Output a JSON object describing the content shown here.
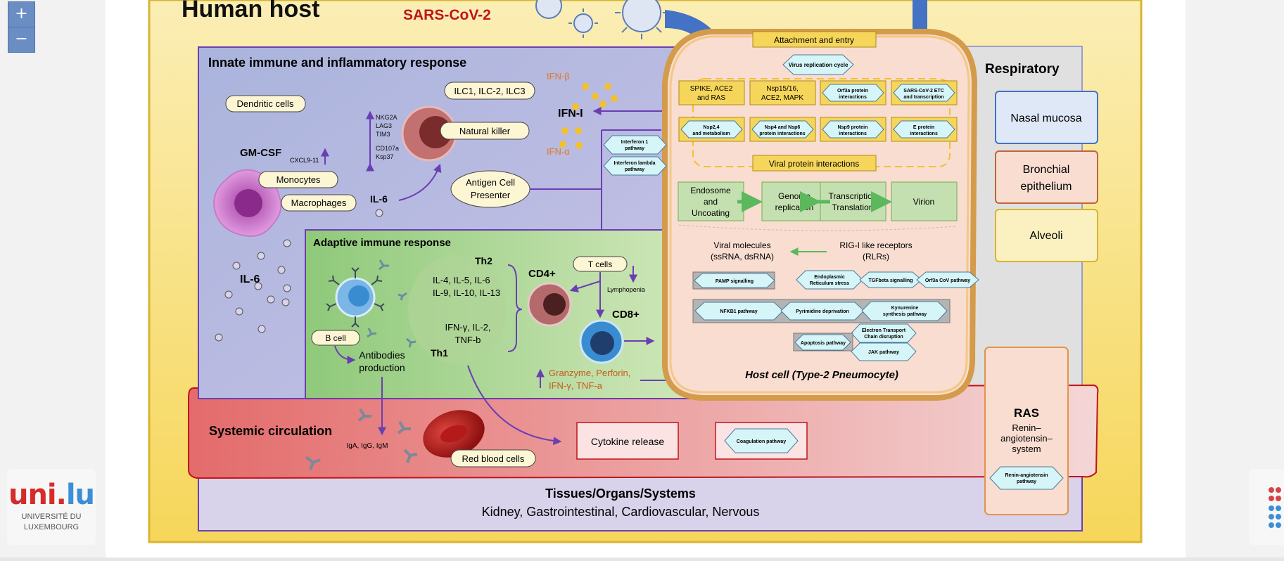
{
  "viewer": {
    "zoom_in": "+",
    "zoom_out": "−"
  },
  "logo": {
    "mark_u": "uni.",
    "mark_l": "lu",
    "line1": "UNIVERSITÉ DU",
    "line2": "LUXEMBOURG"
  },
  "diagram": {
    "title": "Human host",
    "virus_label": "SARS-CoV-2",
    "innate": {
      "title": "Innate immune and inflammatory response",
      "dendritic": "Dendritic cells",
      "gmcsf": "GM-CSF",
      "cxcl": "CXCL9-11",
      "monocytes": "Monocytes",
      "macrophages": "Macrophages",
      "il6_small": "IL-6",
      "il6_big": "IL-6",
      "nk_markers": [
        "NKG2A",
        "LAG3",
        "TIM3",
        "CD107a",
        "Ksp37"
      ],
      "ilc": "ILC1, ILC-2, ILC3",
      "nk": "Natural killer",
      "apc_line1": "Antigen Cell",
      "apc_line2": "Presenter",
      "ifn_beta": "IFN-β",
      "ifn_i": "IFN-I",
      "ifn_alpha": "IFN-α"
    },
    "adaptive": {
      "title": "Adaptive immune response",
      "th2": "Th2",
      "th2_line1": "IL-4, IL-5, IL-6",
      "th2_line2": "IL-9, IL-10, IL-13",
      "th1_line1": "IFN-γ, IL-2,",
      "th1_line2": "TNF-b",
      "th1": "Th1",
      "bcell": "B cell",
      "antibodies_line1": "Antibodies",
      "antibodies_line2": "production",
      "cd4": "CD4+",
      "tcells": "T cells",
      "lymphopenia": "Lymphopenia",
      "cd8": "CD8+",
      "granzyme_line1": "Granzyme, Perforin,",
      "granzyme_line2": "IFN-γ, TNF-a"
    },
    "host_cell": {
      "attachment": "Attachment and entry",
      "virus_cycle": "Virus replication cycle",
      "row1": [
        {
          "line1": "SPIKE, ACE2",
          "line2": "and RAS"
        },
        {
          "line1": "Nsp15/16,",
          "line2": "ACE2, MAPK"
        },
        {
          "line1": "Orf3a protein",
          "line2": "interactions"
        },
        {
          "line1": "SARS-CoV-2 ETC",
          "line2": "and transcription"
        }
      ],
      "row2": [
        {
          "line1": "Nsp2,4",
          "line2": "and metabolism"
        },
        {
          "line1": "Nsp4 and Nsp6",
          "line2": "protein interactions"
        },
        {
          "line1": "Nsp9 protein",
          "line2": "interactions"
        },
        {
          "line1": "E protein",
          "line2": "interactions"
        }
      ],
      "viral_protein": "Viral protein interactions",
      "interferon1_line1": "Interferon 1",
      "interferon1_line2": "pathway",
      "interferon_l_line1": "Interferon lambda",
      "interferon_l_line2": "pathway",
      "steps": [
        {
          "line1": "Endosome",
          "line2": "and",
          "line3": "Uncoating"
        },
        {
          "line1": "Genome",
          "line2": "replication",
          "line3": ""
        },
        {
          "line1": "Transcription",
          "line2": "Translation",
          "line3": ""
        },
        {
          "line1": "Virion",
          "line2": "",
          "line3": ""
        }
      ],
      "viral_molecules_line1": "Viral molecules",
      "viral_molecules_line2": "(ssRNA, dsRNA)",
      "rig_line1": "RIG-I like receptors",
      "rig_line2": "(RLRs)",
      "pathways_row1": [
        {
          "line1": "PAMP signalling",
          "line2": ""
        },
        {
          "line1": "Endoplasmic",
          "line2": "Reticulum stress"
        },
        {
          "line1": "TGFbeta signalling",
          "line2": ""
        },
        {
          "line1": "Orf3a CoV pathway",
          "line2": ""
        }
      ],
      "pathways_row2": [
        {
          "line1": "NFKB1 pathway",
          "line2": ""
        },
        {
          "line1": "Pyrimidine deprivation",
          "line2": ""
        },
        {
          "line1": "Kynurenine",
          "line2": "synthesis pathway"
        }
      ],
      "etc_line1": "Electron Transport",
      "etc_line2": "Chain disruption",
      "apoptosis": "Apoptosis pathway",
      "jak": "JAK pathway",
      "caption": "Host cell (Type-2 Pneumocyte)"
    },
    "respiratory": {
      "title": "Respiratory",
      "nasal": "Nasal mucosa",
      "bronchial_line1": "Bronchial",
      "bronchial_line2": "epithelium",
      "alveoli": "Alveoli"
    },
    "systemic": {
      "title": "Systemic circulation",
      "iga": "IgA, IgG, IgM",
      "rbc": "Red blood cells",
      "cytokine": "Cytokine release",
      "coagulation": "Coagulation pathway"
    },
    "ras": {
      "title": "RAS",
      "line1": "Renin–",
      "line2": "angiotensin–",
      "line3": "system",
      "pathway_line1": "Renin-angiotensin",
      "pathway_line2": "pathway"
    },
    "tissues": {
      "title": "Tissues/Organs/Systems",
      "list": "Kidney, Gastrointestinal, Cardiovascular, Nervous"
    }
  }
}
